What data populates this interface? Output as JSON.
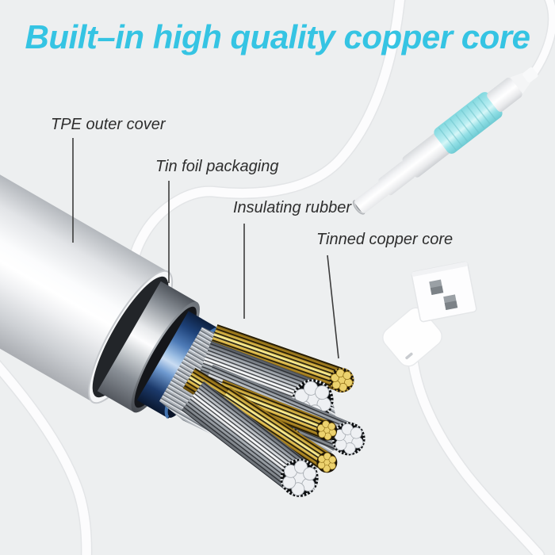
{
  "title": "Built–in high quality copper core",
  "labels": [
    {
      "id": "tpe",
      "text": "TPE outer cover"
    },
    {
      "id": "tin",
      "text": "Tin foil packaging"
    },
    {
      "id": "rubber",
      "text": "Insulating rubber"
    },
    {
      "id": "copper",
      "text": "Tinned copper core"
    }
  ],
  "colors": {
    "background": "#edeff0",
    "accent_title": "#35c4e3",
    "label_text": "#2e2e2e",
    "leader_line": "#3c3c3c",
    "teal_grip": "#a9e7ec",
    "insulation_blue": "#2c5a9e",
    "copper_gold": "#e9cf6a",
    "foil_silver": "#cfd3d6",
    "cable_white": "#fcfcfd"
  },
  "icons": [
    "cable-cross-section",
    "endoscope-camera",
    "usb-connector"
  ]
}
